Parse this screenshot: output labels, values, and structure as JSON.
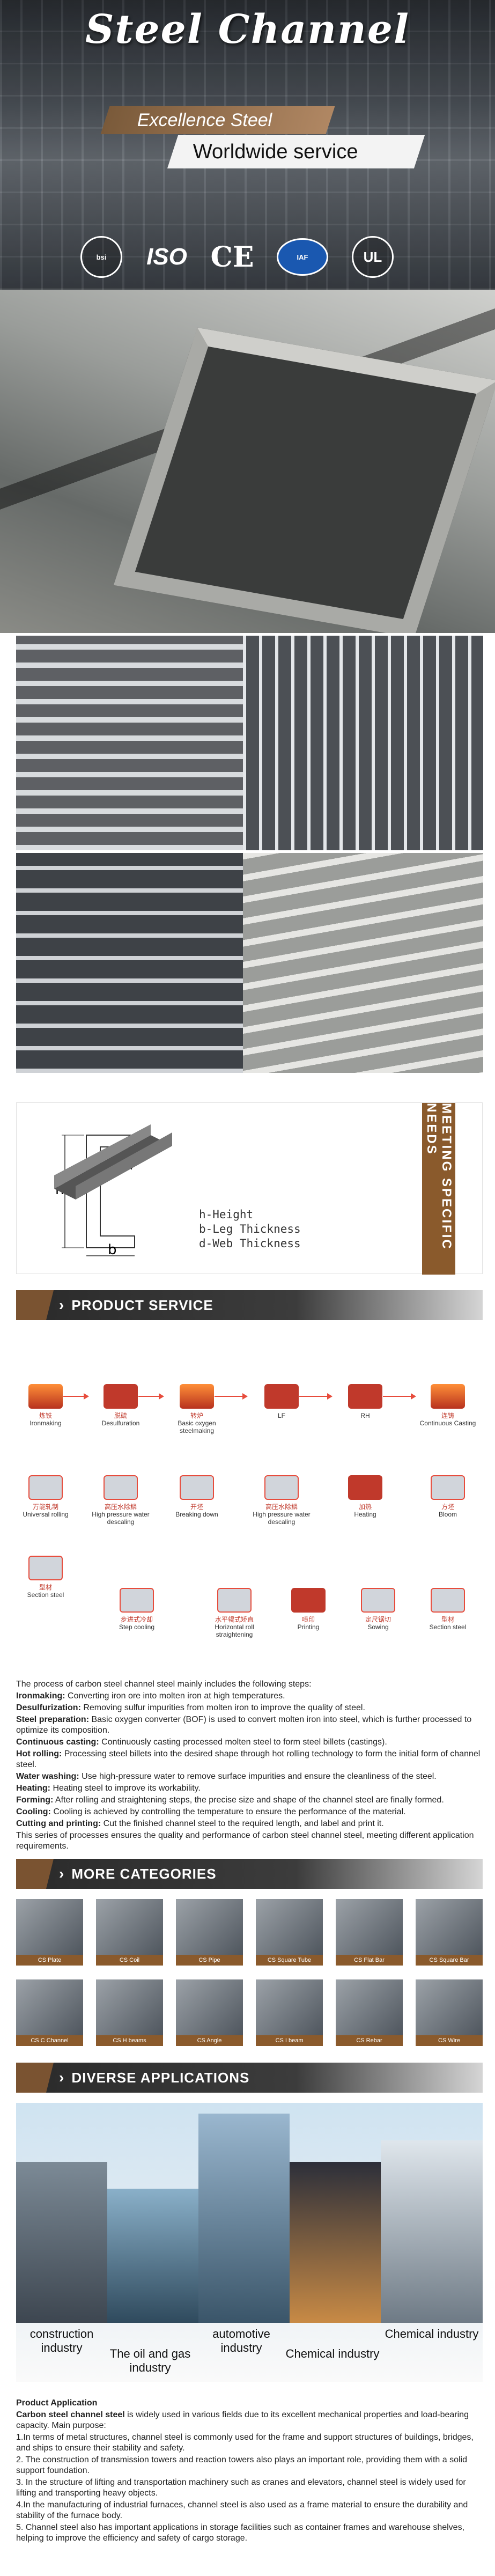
{
  "hero": {
    "title": "Steel Channel",
    "tagline": "Excellence Steel",
    "service": "Worldwide service",
    "certs": [
      "bsi-icon",
      "ISO",
      "CE",
      "IAF",
      "ul-icon"
    ]
  },
  "spec": {
    "labels": {
      "d": "d",
      "h": "h",
      "b": "b"
    },
    "legend": [
      "h-Height",
      "b-Leg Thickness",
      "d-Web Thickness"
    ],
    "tag": "MEETING SPECIFIC NEEDS"
  },
  "sections": {
    "product_service": "PRODUCT SERVICE",
    "more_categories": "MORE CATEGORIES",
    "diverse_applications": "DIVERSE APPLICATIONS"
  },
  "process": {
    "row1": [
      {
        "cn": "炼铁",
        "en": "Ironmaking"
      },
      {
        "cn": "脱硫",
        "en": "Desulfuration"
      },
      {
        "cn": "转炉",
        "en": "Basic oxygen steelmaking"
      },
      {
        "cn": "",
        "en": "LF"
      },
      {
        "cn": "",
        "en": "RH"
      },
      {
        "cn": "连铸",
        "en": "Continuous Casting"
      }
    ],
    "row2": [
      {
        "cn": "万能轧制",
        "en": "Universal rolling"
      },
      {
        "cn": "高压水除鳞",
        "en": "High pressure water descaling"
      },
      {
        "cn": "开坯",
        "en": "Breaking down"
      },
      {
        "cn": "高压水除鳞",
        "en": "High pressure water descaling"
      },
      {
        "cn": "加热",
        "en": "Heating"
      },
      {
        "cn": "方坯",
        "en": "Bloom"
      }
    ],
    "row3": [
      {
        "cn": "型材",
        "en": "Section steel"
      },
      {
        "cn": "步进式冷却",
        "en": "Step cooling"
      },
      {
        "cn": "水平辊式矫直",
        "en": "Horizontal roll straightening"
      },
      {
        "cn": "喷印",
        "en": "Printing"
      },
      {
        "cn": "定尺锯切",
        "en": "Sowing"
      },
      {
        "cn": "型材",
        "en": "Section steel"
      }
    ]
  },
  "process_text": {
    "intro": "The process of carbon steel channel steel mainly includes the following steps:",
    "items": [
      {
        "k": "Ironmaking:",
        "v": " Converting iron ore into molten iron at high temperatures."
      },
      {
        "k": "Desulfurization:",
        "v": " Removing sulfur impurities from molten iron to improve the quality of steel."
      },
      {
        "k": "Steel preparation:",
        "v": " Basic oxygen converter (BOF) is used to convert molten iron into steel, which is further processed to optimize its composition."
      },
      {
        "k": "Continuous casting:",
        "v": " Continuously casting processed molten steel to form steel billets (castings)."
      },
      {
        "k": "Hot rolling:",
        "v": " Processing steel billets into the desired shape through hot rolling technology to form the initial form of channel steel."
      },
      {
        "k": "Water washing:",
        "v": " Use high-pressure water to remove surface impurities and ensure the cleanliness of the steel."
      },
      {
        "k": "Heating:",
        "v": " Heating steel to improve its workability."
      },
      {
        "k": "Forming:",
        "v": " After rolling and straightening steps, the precise size and shape of the channel steel are finally formed."
      },
      {
        "k": "Cooling:",
        "v": " Cooling is achieved by controlling the temperature to ensure the performance of the material."
      },
      {
        "k": "Cutting and printing:",
        "v": " Cut the finished channel steel to the required length, and label and print it."
      }
    ],
    "outro": "This series of processes ensures the quality and performance of carbon steel channel steel, meeting different application requirements."
  },
  "categories": [
    "CS Plate",
    "CS Coil",
    "CS Pipe",
    "CS Square Tube",
    "CS Flat Bar",
    "CS Square Bar",
    "CS C Channel",
    "CS H beams",
    "CS Angle",
    "CS I beam",
    "CS Rebar",
    "CS Wire"
  ],
  "applications": [
    "construction industry",
    "The oil and gas industry",
    "automotive industry",
    "Chemical industry",
    "Chemical industry"
  ],
  "product_application": {
    "heading": "Product Application",
    "intro_bold": "Carbon steel channel steel",
    "intro": " is widely used in various fields due to its excellent mechanical properties and load-bearing capacity. Main purpose:",
    "points": [
      "1.In terms of metal structures, channel steel is commonly used for the frame and support structures of buildings, bridges, and ships to ensure their stability and safety.",
      "2. The construction of transmission towers and reaction towers also plays an important role, providing them with a solid support foundation.",
      "3. In the structure of lifting and transportation machinery such as cranes and elevators, channel steel is widely used for lifting and transporting heavy objects.",
      "4.In the manufacturing of industrial furnaces, channel steel is also used as a frame material to ensure the durability and stability of the furnace body.",
      "5. Channel steel also has important applications in storage facilities such as container frames and warehouse shelves, helping to improve the efficiency and safety of cargo storage."
    ]
  }
}
